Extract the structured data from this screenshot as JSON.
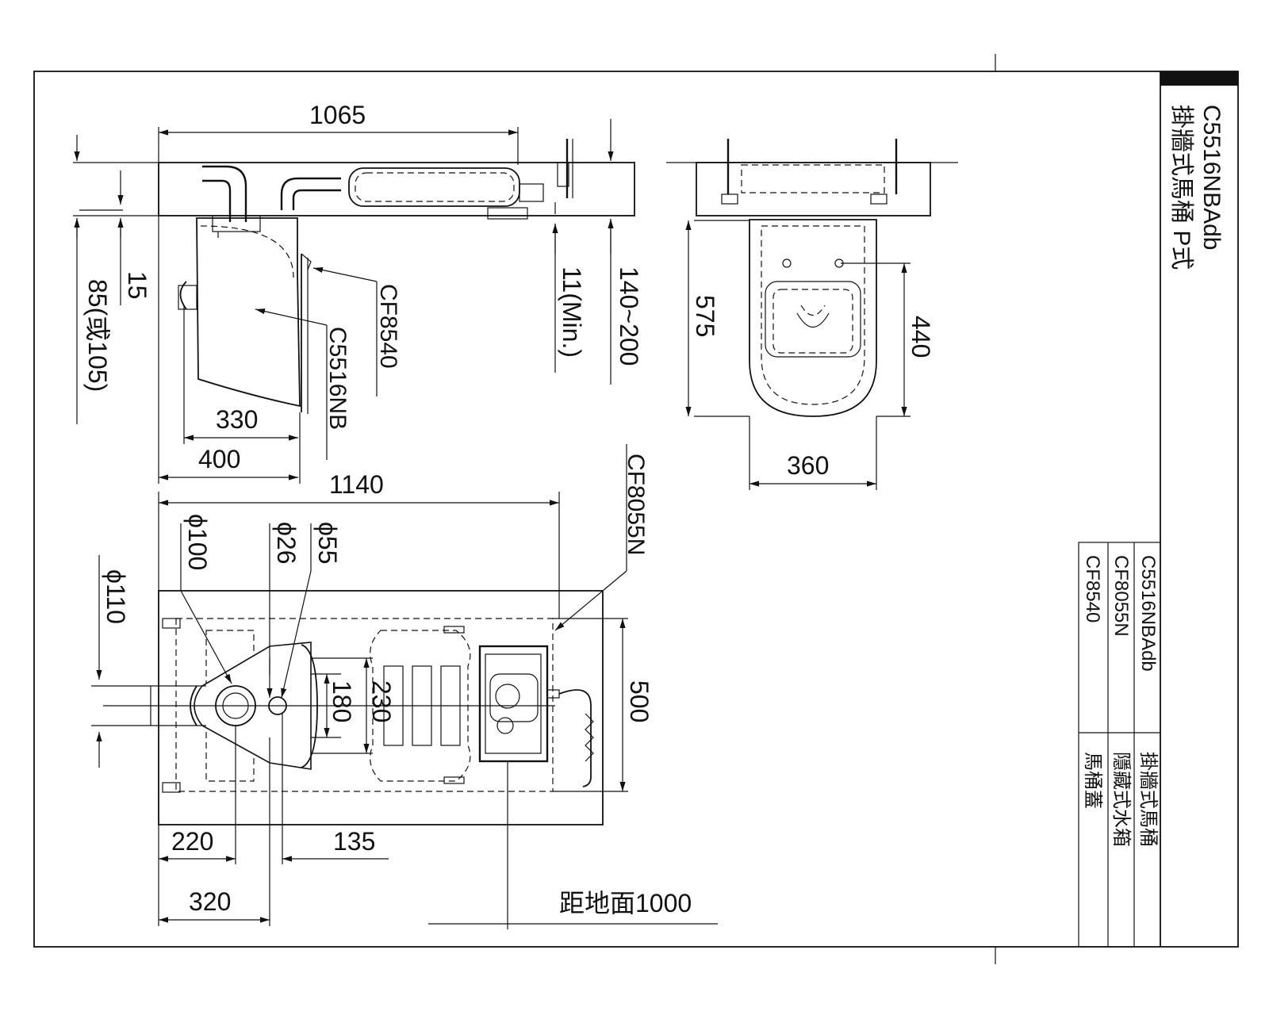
{
  "title_block": {
    "model": "C5516NBAdb",
    "name": "掛牆式馬桶 P式"
  },
  "parts_table": [
    {
      "code": "C5516NBAdb",
      "desc": "掛牆式馬桶"
    },
    {
      "code": "CF8055N",
      "desc": "隱藏式水箱"
    },
    {
      "code": "CF8540",
      "desc": "馬桶蓋"
    }
  ],
  "side_view": {
    "dim_top": "1065",
    "dim_left_15": "15",
    "dim_left_85": "85(或105)",
    "dim_11min": "11(Min.)",
    "dim_140_200": "140~200",
    "label_cf8540": "CF8540",
    "label_c5516nb": "C5516NB",
    "dim_330": "330",
    "dim_400": "400"
  },
  "front_view": {
    "dim_575": "575",
    "dim_440": "440",
    "dim_360": "360"
  },
  "plan_view": {
    "dim_1140": "1140",
    "label_cf8055n": "CF8055N",
    "dia_100": "ϕ100",
    "dia_26": "ϕ26",
    "dia_55": "ϕ55",
    "dia_110": "ϕ110",
    "dim_180": "180",
    "dim_230": "230",
    "dim_500": "500",
    "dim_220": "220",
    "dim_135": "135",
    "dim_320": "320",
    "floor_note": "距地面1000"
  }
}
